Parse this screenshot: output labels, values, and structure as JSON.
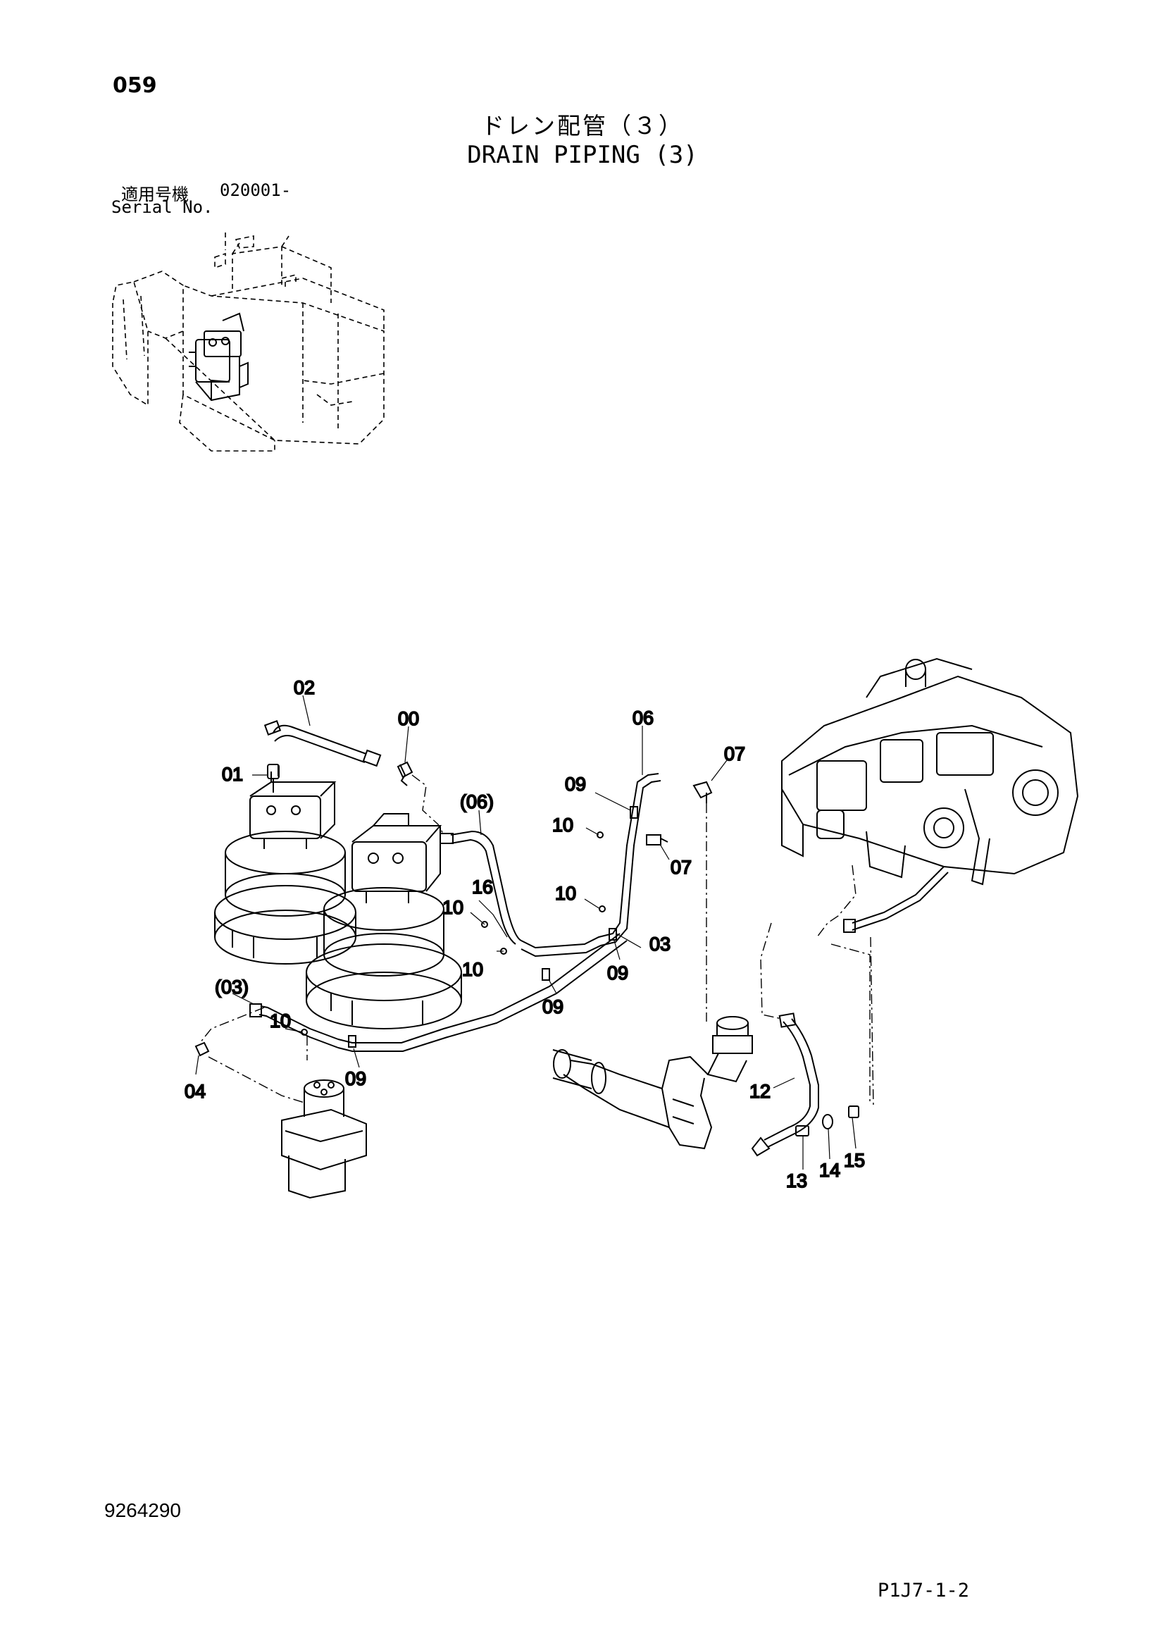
{
  "header": {
    "page_number": "059",
    "title_ja": "ドレン配管（３）",
    "title_en": "DRAIN PIPING (3)",
    "serial_label_ja": "適用号機",
    "serial_value": "020001-",
    "serial_label_en": "Serial No."
  },
  "callouts": {
    "c02": "02",
    "c00": "00",
    "c01": "01",
    "c06p": "(06)",
    "c06": "06",
    "c07a": "07",
    "c09a": "09",
    "c10a": "10",
    "c07b": "07",
    "c16": "16",
    "c10b": "10",
    "c10c": "10",
    "c10d": "10",
    "c03": "03",
    "c09b": "09",
    "c09c": "09",
    "c03p": "(03)",
    "c10e": "10",
    "c04": "04",
    "c09d": "09",
    "c12": "12",
    "c13": "13",
    "c14": "14",
    "c15": "15"
  },
  "footer": {
    "doc_number": "9264290",
    "page_code": "P1J7-1-2"
  }
}
